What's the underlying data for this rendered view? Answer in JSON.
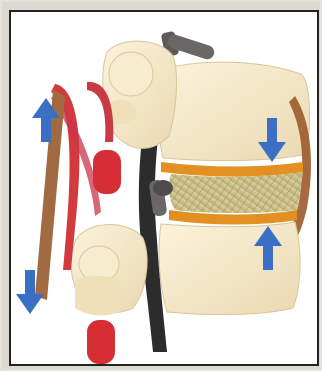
{
  "image": {
    "subject": "lumbar-spine-model",
    "arrows": [
      {
        "name": "up-arrow-left",
        "direction": "up"
      },
      {
        "name": "down-arrow-left",
        "direction": "down"
      },
      {
        "name": "down-arrow-right",
        "direction": "down"
      },
      {
        "name": "up-arrow-right",
        "direction": "up"
      }
    ],
    "colors": {
      "bone": "#f4e9cc",
      "bone_shadow": "#e1d2ad",
      "disc": "#cfc58e",
      "ligament_orange": "#e39022",
      "ligament_red": "#d33a3d",
      "spinal_cord": "#2c2c2c",
      "nerve_gray": "#6a6766",
      "arrow_blue": "#3b6fc6",
      "frame": "#222222"
    }
  }
}
